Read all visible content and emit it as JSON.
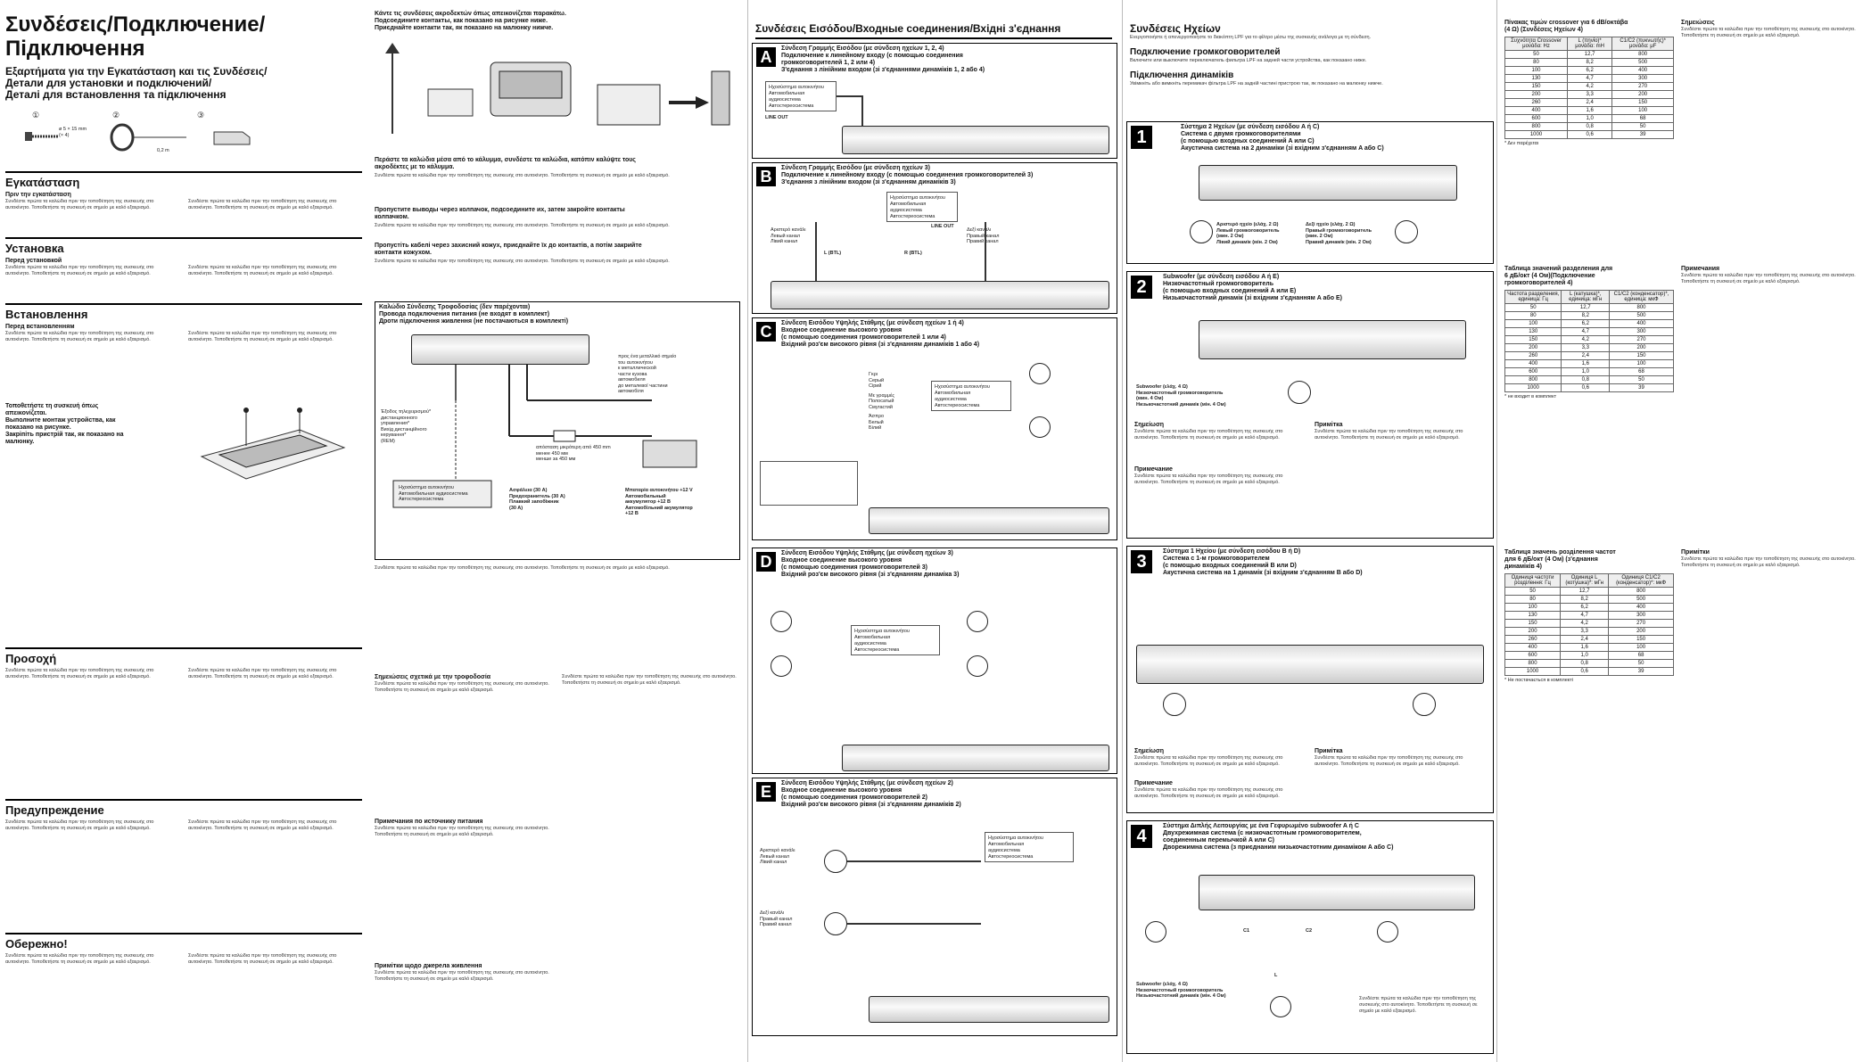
{
  "page1": {
    "title_lines": [
      "Συνδέσεις/Подключение/",
      "Підключення"
    ],
    "subtitle_lines": [
      "Εξαρτήματα για την Εγκατάσταση και τις Συνδέσεις/",
      "Детали для установки и подключений/",
      "Деталі для встановлення та підключення"
    ],
    "parts": {
      "n1": "①",
      "n2": "②",
      "n3": "③",
      "screw": "ø 5 × 15 mm\n(× 4)",
      "length": "0,2 m"
    },
    "section_install": "Εγκατάσταση",
    "before_install": "Πριν την εγκατάσταση",
    "section_ru_install": "Установка",
    "ru_before": "Перед установкой",
    "section_ua_install": "Встановлення",
    "ua_before": "Перед встановленням",
    "mount_lines": [
      "Τοποθετήστε τη συσκευή όπως",
      "απεικονίζεται.",
      "Выполните монтаж устройства, как",
      "показано на рисунке.",
      "Закріпіть пристрій так, як показано на",
      "малюнку."
    ],
    "section_caution_gr": "Προσοχή",
    "section_caution_ru": "Предупреждение",
    "section_caution_ua": "Обережно!",
    "wire_instr": [
      "Κάντε τις συνδέσεις ακροδεκτών όπως απεικονίζεται παρακάτω.",
      "Подсоедините контакты, как показано на рисунке ниже.",
      "Приєднайте контакти так, як показано на малюнку нижче."
    ],
    "strip_instr": [
      "Περάστε τα καλώδια μέσα από το κάλυμμα, συνδέστε τα καλώδια, κατόπιν καλύψτε τους",
      "ακροδέκτες με το κάλυμμα.",
      "Пропустите выводы через колпачок, подсоедините их, затем закройте контакты",
      "колпачком.",
      "Пропустіть кабелі через захисний кожух, приєднайте їх до контактів, а потім закрийте",
      "контакти кожухом."
    ],
    "power_title": [
      "Καλώδιο Σύνδεσης Τροφοδοσίας (δεν παρέχονται)",
      "Провода подключения питания (не входят в комплект)",
      "Дроти підключення живлення (не постачаються в комплекті)"
    ],
    "amp_label": [
      "Ηχοσύστημα αυτοκινήτου",
      "Автомобильная аудиосистема",
      "Автостереосистема"
    ],
    "fuse_label": [
      "Ασφάλεια (30 A)",
      "Предохранитель (30 A)",
      "Плавкий запобіжник",
      "(30 A)"
    ],
    "battery_label": [
      "Μπαταρία αυτοκινήτου +12 V",
      "Автомобильный",
      "аккумулятор +12 В",
      "Автомобільний акумулятор",
      "+12 В"
    ],
    "fuse_note": [
      "απόσταση μικρότερη από 450 mm",
      "менее 450 мм",
      "менше за 450 мм"
    ],
    "body_label": [
      "προς ένα μεταλλικό σημείο",
      "του αυτοκινήτου",
      "к металлической",
      "части кузова",
      "автомобиля",
      "до металевої частини",
      "автомобіля"
    ],
    "remote_label": [
      "Έξοδος τηλεχειρισμού*",
      "дистанционного",
      "управления*",
      "Вихід дистанційного",
      "керування*",
      "(REM)"
    ],
    "gr_notes_head": "Σημειώσεις σχετικά με την τροφοδοσία",
    "ru_notes_head": "Примечания по источнику питания",
    "ua_notes_head": "Примітки щодо джерела живлення"
  },
  "page2": {
    "title": "Συνδέσεις Εισόδου/Входные соединения/Вхідні з'єднання",
    "sections": [
      {
        "letter": "A",
        "lines": [
          "Σύνδεση Γραμμής Εισόδου (με σύνδεση ηχείων 1, 2, 4)",
          "Подключение к линейному входу (с помощью соединения",
          "громкоговорителей 1, 2 или 4)",
          "З'єднання з лінійним входом (зі з'єднаннями динаміків 1, 2 або 4)"
        ]
      },
      {
        "letter": "B",
        "lines": [
          "Σύνδεση Γραμμής Εισόδου (με σύνδεση ηχείων 3)",
          "Подключение к линейному входу (с помощью соединения громкоговорителей 3)",
          "З'єднання з лінійним входом (зі з'єднанням динаміків 3)"
        ]
      },
      {
        "letter": "C",
        "lines": [
          "Σύνδεση Εισόδου Υψηλής Στάθμης (με σύνδεση ηχείων 1 ή 4)",
          "Входное соединение высокого уровня",
          "(с помощью соединения громкоговорителей 1 или 4)",
          "Вхідний роз'єм високого рівня (зі з'єднанням динаміків 1 або 4)"
        ]
      },
      {
        "letter": "D",
        "lines": [
          "Σύνδεση Εισόδου Υψηλής Στάθμης (με σύνδεση ηχείων 3)",
          "Входное соединение высокого уровня",
          "(с помощью соединения громкоговорителей 3)",
          "Вхідний роз'єм високого рівня (зі з'єднанням динаміка 3)"
        ]
      },
      {
        "letter": "E",
        "lines": [
          "Σύνδεση Εισόδου Υψηλής Στάθμης (με σύνδεση ηχείων 2)",
          "Входное соединение высокого уровня",
          "(с помощью соединения громкоговорителей 2)",
          "Вхідний роз'єм високого рівня (зі з'єднанням динаміків 2)"
        ]
      }
    ],
    "line_out": "LINE OUT",
    "stereo": [
      "Ηχοσύστημα αυτοκινήτου",
      "Автомобильная",
      "аудиосистема",
      "Автостереосистема"
    ],
    "left_ch": [
      "Αριστερό κανάλι",
      "Левый канал",
      "Лівий канал"
    ],
    "right_ch": [
      "Δεξί κανάλι",
      "Правый канал",
      "Правий канал"
    ],
    "l_btl": "L (BTL)",
    "r_btl": "R (BTL)",
    "colors": [
      "Γκρι",
      "Серый",
      "Сірий",
      "Άσπρο",
      "Белый",
      "Білий",
      "Με γραμμές",
      "Полосатый",
      "Смугастий"
    ]
  },
  "page3": {
    "title": "Συνδέσεις Ηχείων",
    "intro_gr": "Ενεργοποιήστε ή απενεργοποιήστε το διακόπτη LPF για το φίλτρο μέσω της συσκευής ανάλογα με τη σύνδεση.",
    "ru_title": "Подключение громкоговорителей",
    "ru_intro": "Включите или выключите переключатель фильтра LPF на задней части устройства, как показано ниже.",
    "ua_title": "Підключення динаміків",
    "ua_intro": "Увімкніть або вимкніть перемикач фільтра LPF на задній частині пристрою так, як показано на малюнку нижче.",
    "systems": [
      {
        "num": "1",
        "lines": [
          "Σύστημα 2 Ηχείων (με σύνδεση εισόδου A ή C)",
          "Система с двумя громкоговорителями",
          "(с помощью входных соединений A или C)",
          "Акустична система на 2 динаміки (зі вхідним з'єднанням A або C)"
        ]
      },
      {
        "num": "2",
        "lines": [
          "Subwoofer (με σύνδεση εισόδου A ή E)",
          "Низкочастотный громкоговоритель",
          "(с помощью входных соединений A или E)",
          "Низькочастотний динамік (зі вхідним з'єднанням A або E)"
        ]
      },
      {
        "num": "3",
        "lines": [
          "Σύστημα 1 Ηχείου (με σύνδεση εισόδου B ή D)",
          "Система с 1-м громкоговорителем",
          "(с помощью входных соединений B или D)",
          "Акустична система на 1 динамік (зі вхідним з'єднанням B або D)"
        ]
      },
      {
        "num": "4",
        "lines": [
          "Σύστημα Διπλής Λειτουργίας με ένα Γεφυρωμένο subwoofer A ή C",
          "Двухрежимная система (с низкочастотным громкоговорителем,",
          "соединенным перемычкой A или C)",
          "Дворежимна система (з приєднаним низькочастотним динаміком A або C)"
        ]
      }
    ],
    "left_spk": [
      "Αριστερό ηχείο (ελάχ. 2 Ω)",
      "Левый громкоговоритель",
      "(мин. 2 Ом)",
      "Лівий динамік (мін. 2 Ом)"
    ],
    "right_spk": [
      "Δεξί ηχείο (ελάχ. 2 Ω)",
      "Правый громкоговоритель",
      "(мин. 2 Ом)",
      "Правий динамік (мін. 2 Ом)"
    ],
    "sub_spk": [
      "Subwoofer (ελάχ. 4 Ω)",
      "Низкочастотный громкоговоритель",
      "(мин. 4 Ом)",
      "Низькочастотний динамік (мін. 4 Ом)"
    ],
    "note_gr": "Σημείωση",
    "note_ru": "Примечание",
    "note_ua": "Примітка",
    "cap_c1": "C1",
    "cap_c2": "C2",
    "coil_l": "L"
  },
  "page4": {
    "table1_title": [
      "Πίνακας τιμών crossover για 6 dB/οκτάβα",
      "(4 Ω) (Συνδέσεις Ηχείων 4)"
    ],
    "table1_head": [
      "Συχνότητα Crossover μονάδα: Hz",
      "L (πηνίο)* μονάδα: mH",
      "C1/C2 (πυκνωτής)* μονάδα: μF"
    ],
    "table1_note": "* Δεν παρέχεται",
    "table2_title": [
      "Таблица значений разделения для",
      "6 дБ/окт (4 Ом)(Подключение",
      "громкоговорителей 4)"
    ],
    "table2_head": [
      "Частота разделения, единица: Гц",
      "L (катушка)*, единица: мГн",
      "C1/C2 (конденсатор)*, единица: мкФ"
    ],
    "table2_note": "* не входит в комплект",
    "table3_title": [
      "Таблиця значень розділення частот",
      "для 6 дБ/окт (4 Ом) (з'єднання",
      "динаміків 4)"
    ],
    "table3_head": [
      "Одиниця частоти розділення: Гц",
      "Одиниця L (котушка)*: мГн",
      "Одиниця C1/C2 (конденсатор)*: мкФ"
    ],
    "table3_note": "* Не постачається в комплекті",
    "rows": [
      [
        "50",
        "12,7",
        "800"
      ],
      [
        "80",
        "8,2",
        "500"
      ],
      [
        "100",
        "6,2",
        "400"
      ],
      [
        "130",
        "4,7",
        "300"
      ],
      [
        "150",
        "4,2",
        "270"
      ],
      [
        "200",
        "3,3",
        "200"
      ],
      [
        "260",
        "2,4",
        "150"
      ],
      [
        "400",
        "1,6",
        "100"
      ],
      [
        "600",
        "1,0",
        "68"
      ],
      [
        "800",
        "0,8",
        "50"
      ],
      [
        "1000",
        "0,6",
        "39"
      ]
    ],
    "side_head_gr": "Σημειώσεις",
    "side_head_ru": "Примечания",
    "side_head_ua": "Примітки"
  },
  "lorem": "Συνδέστε πρώτα τα καλώδια πριν την τοποθέτηση της συσκευής στο αυτοκίνητο. Τοποθετήστε τη συσκευή σε σημείο με καλό εξαερισμό."
}
